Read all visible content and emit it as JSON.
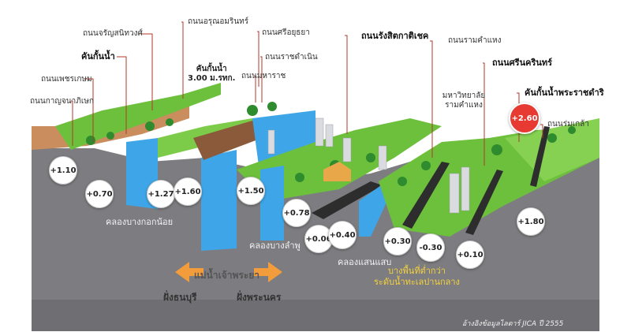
{
  "diagram": {
    "road_labels": {
      "charansanitwong": "ถนนจรัญสนิทวงศ์",
      "arun_amarin": "ถนนอรุณอมรินทร์",
      "dike_left": "คันกั้นน้ำ",
      "phet_kasem": "ถนนเพชรเกษม",
      "kanchanaphisek": "ถนนกาญจนาภิเษก",
      "samsen": "ถนนศรีอยุธยา",
      "ratchadamnoen": "ถนนราชดำเนิน",
      "maharaj": "ถนนมหาราช",
      "rangsit": "ถนนรังสิตกาติเชค",
      "ramkhamhaeng": "ถนนรามคำแหง",
      "srinakarin": "ถนนศรีนครินทร์",
      "university": "มหาวิทยาลัย รามคำแหง",
      "dike_right": "คันกั้นน้ำพระราชดำริ",
      "rom_klao": "ถนนร่มเกล้า"
    },
    "wall_label": {
      "line1": "คันกั้นน้ำ",
      "line2": "3.00 ม.รทก."
    },
    "elevations": {
      "a": "+1.10",
      "b": "+0.70",
      "c": "+1.27",
      "d": "+1.60",
      "e": "+1.50",
      "f": "+0.78",
      "g": "+0.06",
      "h": "+0.40",
      "i": "+0.30",
      "j": "-0.30",
      "k": "+0.10",
      "l": "+1.80",
      "m": "+2.60"
    },
    "canals": {
      "bangkok_noi": "คลองบางกอกน้อย",
      "bang_lamphu": "คลองบางลำพู",
      "saen_saep": "คลองแสนแสบ"
    },
    "river": "แม่น้ำเจ้าพระยา",
    "banks": {
      "thonburi": "ฝั่งธนบุรี",
      "phra_nakhon": "ฝั่งพระนคร"
    },
    "note": {
      "line1": "บางพื้นที่ต่ำกว่า",
      "line2": "ระดับน้ำทะเลปานกลาง"
    },
    "source": "อ้างอิงข้อมูลไลดาร์ JICA ปี 2555",
    "colors": {
      "ground": "#7b7b7f",
      "water": "#3ea6e8",
      "grass": "#6cc03c",
      "soil": "#c98d5e",
      "leader": "#b13a2a",
      "accent_red": "#e63a32",
      "note_yellow": "#f5d23b"
    }
  }
}
